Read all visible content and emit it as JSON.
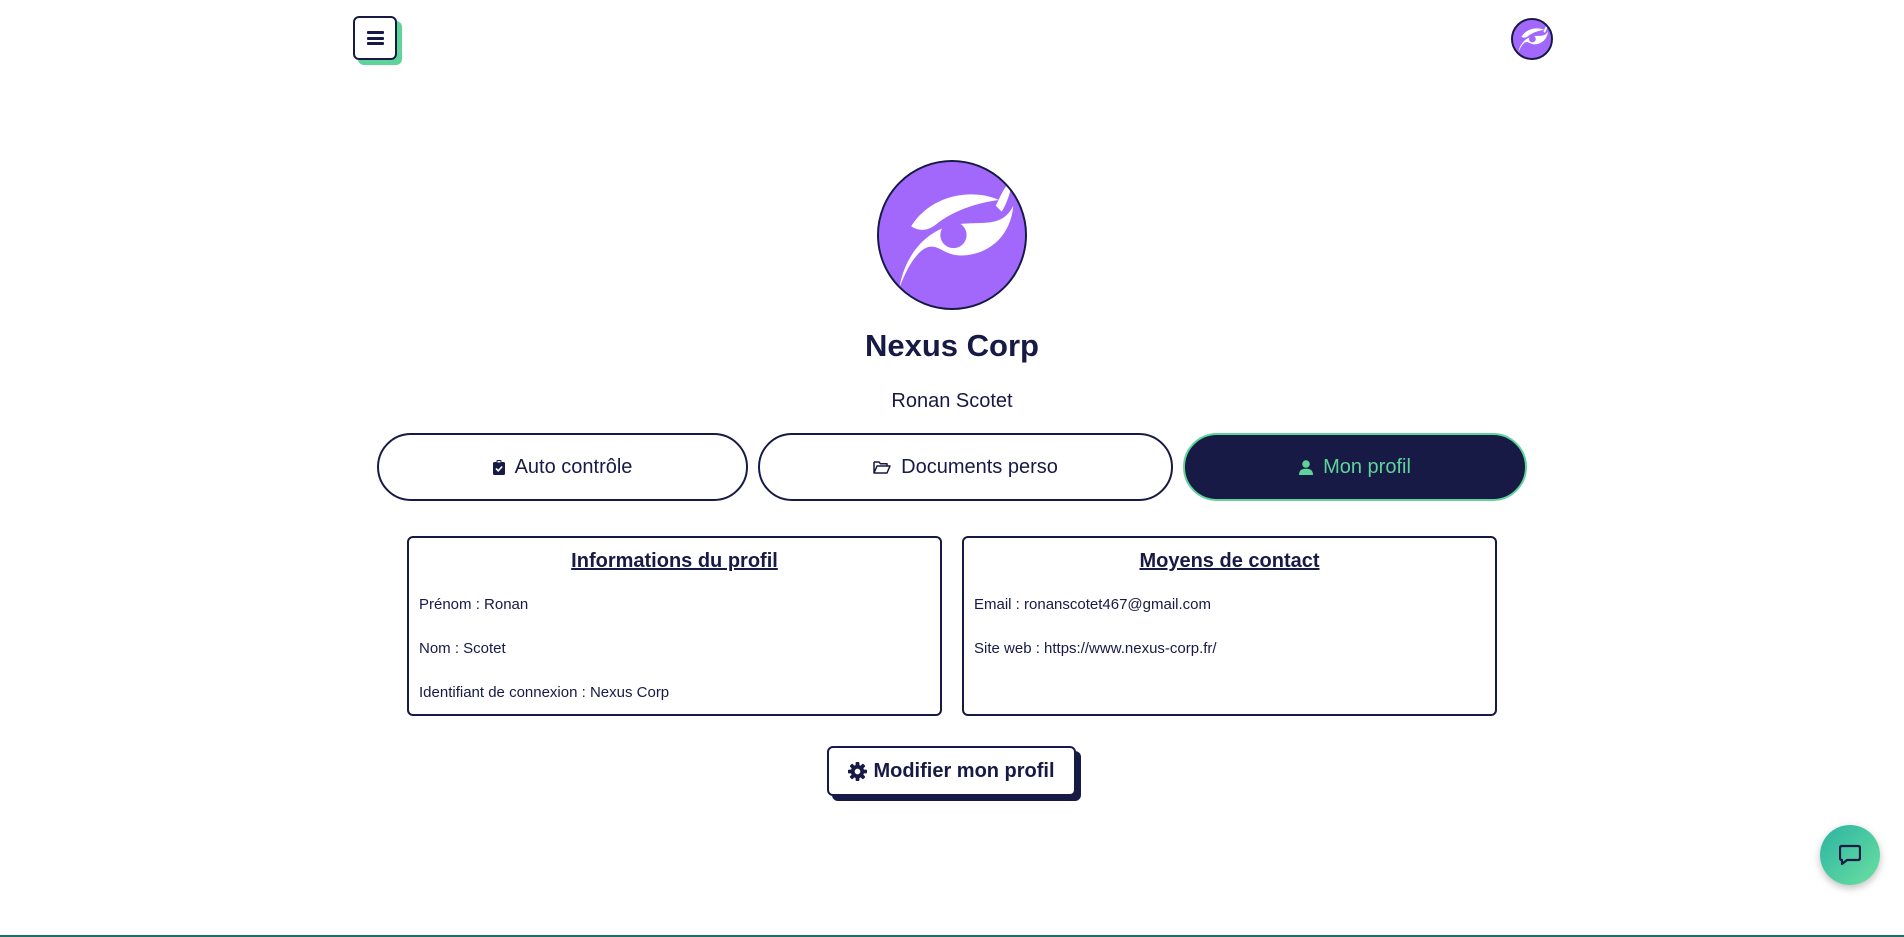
{
  "header": {
    "menu_icon": "hamburger-icon",
    "avatar_icon": "nexus-logo"
  },
  "profile": {
    "company": "Nexus Corp",
    "user": "Ronan Scotet"
  },
  "tabs": [
    {
      "label": "Auto contrôle",
      "icon": "clipboard-check-icon",
      "active": false
    },
    {
      "label": "Documents perso",
      "icon": "folder-open-icon",
      "active": false
    },
    {
      "label": "Mon profil",
      "icon": "user-icon",
      "active": true
    }
  ],
  "info_card": {
    "title": "Informations du profil",
    "lines": [
      "Prénom : Ronan",
      "Nom : Scotet",
      "Identifiant de connexion : Nexus Corp"
    ]
  },
  "contact_card": {
    "title": "Moyens de contact",
    "lines": [
      "Email : ronanscotet467@gmail.com",
      "Site web : https://www.nexus-corp.fr/"
    ]
  },
  "edit_button": {
    "label": "Modifier mon profil",
    "icon": "gear-icon"
  },
  "chat": {
    "icon": "chat-bubble-icon"
  },
  "colors": {
    "navy": "#161a45",
    "green": "#5fd49a",
    "purple": "#a168fb"
  }
}
